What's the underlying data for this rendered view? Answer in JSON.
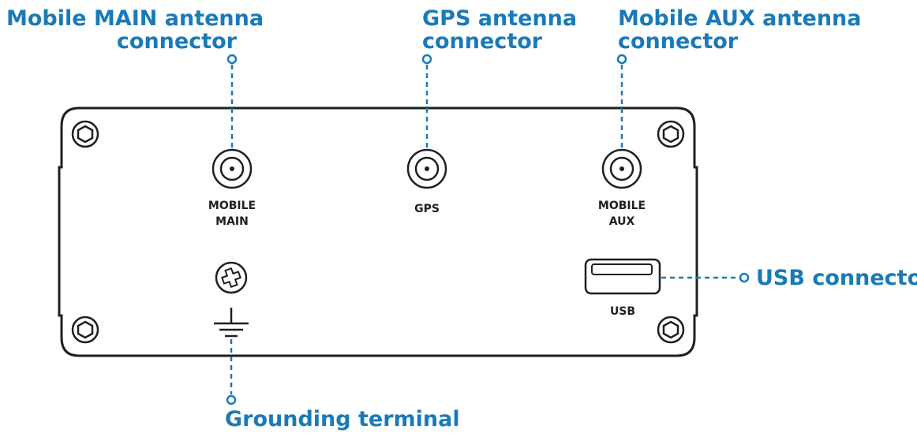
{
  "callouts": {
    "mobile_main": {
      "line1": "Mobile MAIN antenna",
      "line2": "connector"
    },
    "gps": {
      "line1": "GPS antenna",
      "line2": "connector"
    },
    "mobile_aux": {
      "line1": "Mobile AUX antenna",
      "line2": "connector"
    },
    "usb": {
      "line1": "USB connector"
    },
    "grounding": {
      "line1": "Grounding terminal"
    }
  },
  "panel_labels": {
    "mobile_main": {
      "line1": "MOBILE",
      "line2": "MAIN"
    },
    "gps": {
      "line1": "GPS"
    },
    "mobile_aux": {
      "line1": "MOBILE",
      "line2": "AUX"
    },
    "usb": {
      "line1": "USB"
    }
  },
  "colors": {
    "callout": "#1a7ab8",
    "outline": "#1f1f1f"
  }
}
